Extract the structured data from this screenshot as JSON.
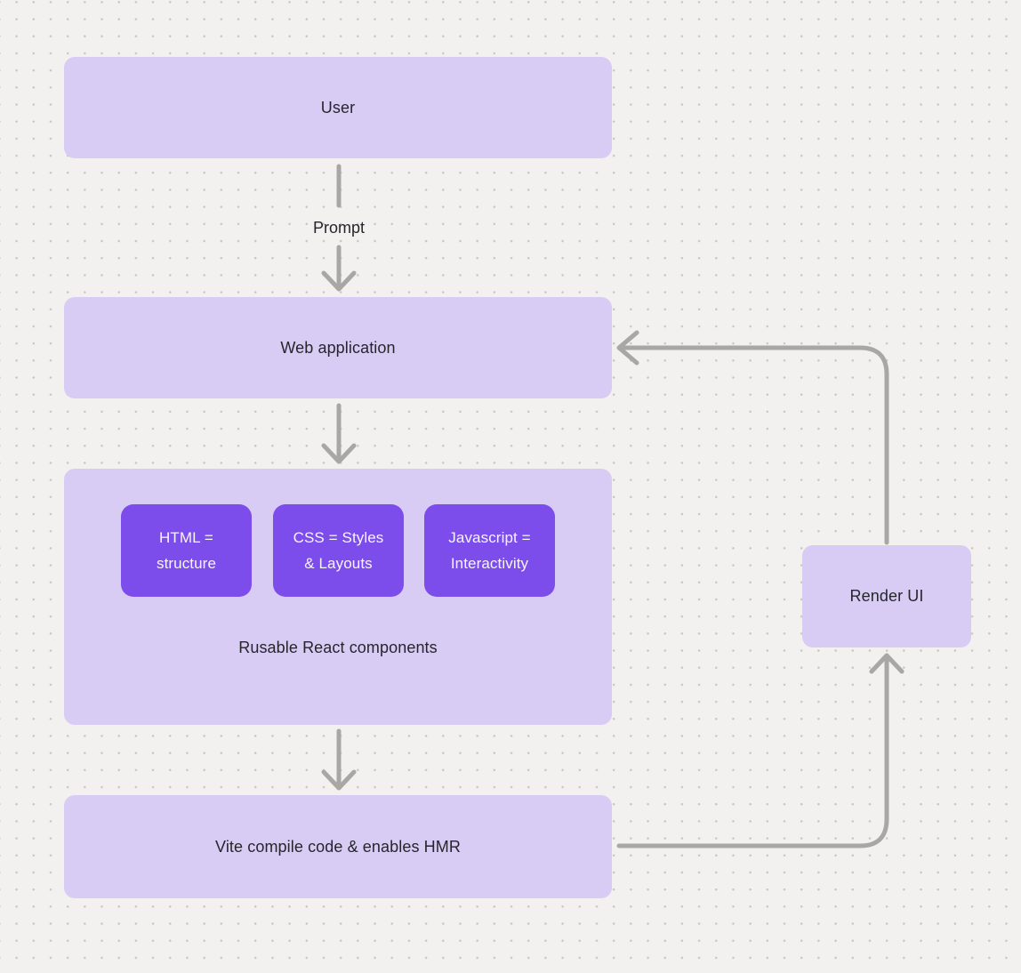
{
  "diagram": {
    "nodes": {
      "user": "User",
      "web_application": "Web application",
      "components_group": "Rusable React components",
      "components": [
        {
          "line1": "HTML =",
          "line2": "structure"
        },
        {
          "line1": "CSS = Styles",
          "line2": "& Layouts"
        },
        {
          "line1": "Javascript =",
          "line2": "Interactivity"
        }
      ],
      "vite": "Vite compile code & enables HMR",
      "render_ui": "Render UI"
    },
    "edge_labels": {
      "prompt": "Prompt"
    },
    "colors": {
      "background": "#f2f1ef",
      "grid_dot": "#c9c7c4",
      "node_fill": "#d8ccf5",
      "component_fill": "#7c4dea",
      "connector": "#a9a7a4",
      "text_dark": "#27252c",
      "text_light": "#f7f5fc"
    }
  }
}
